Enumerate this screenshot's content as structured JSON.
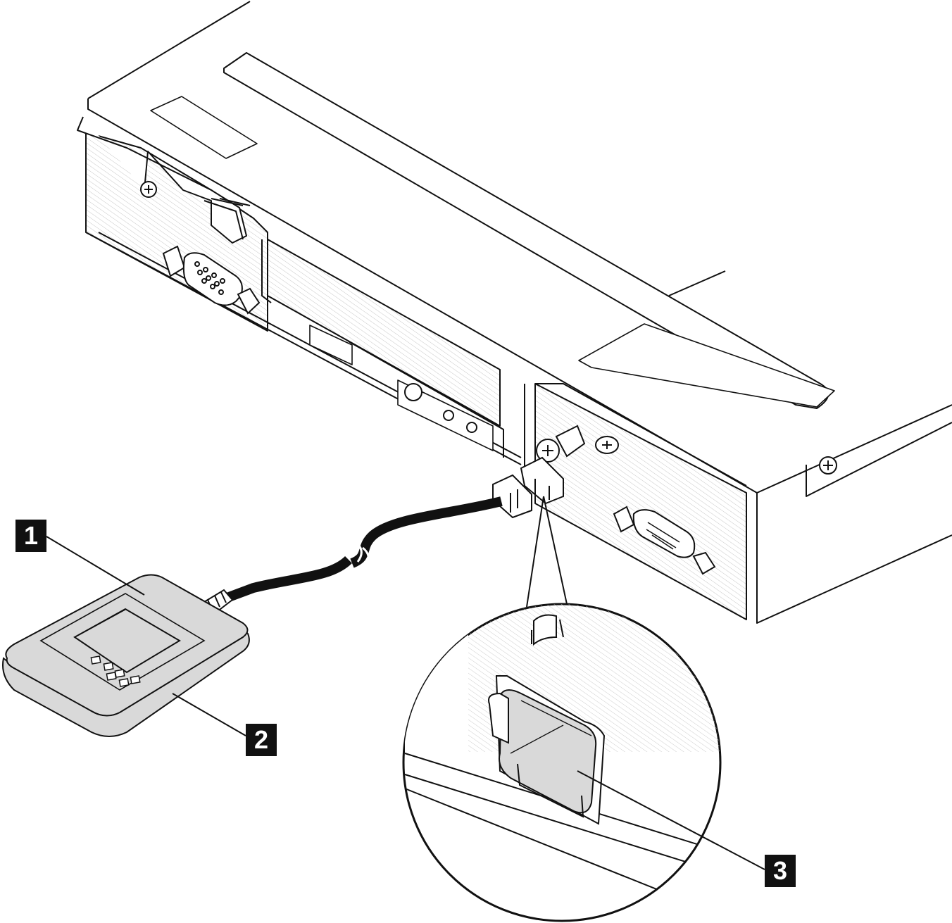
{
  "diagram": {
    "callouts": [
      {
        "id": "1",
        "label": "1"
      },
      {
        "id": "2",
        "label": "2"
      },
      {
        "id": "3",
        "label": "3"
      }
    ],
    "colors": {
      "line": "#111111",
      "device_fill": "#d9d9d9",
      "hatch": "#c7c7c7",
      "cable": "#111111",
      "badge": "#111111",
      "badge_text": "#ffffff"
    },
    "icons": [
      "screw-icon",
      "vga-port-icon",
      "serial-port-icon",
      "usb-connector-icon",
      "lcd-button-icon"
    ]
  }
}
